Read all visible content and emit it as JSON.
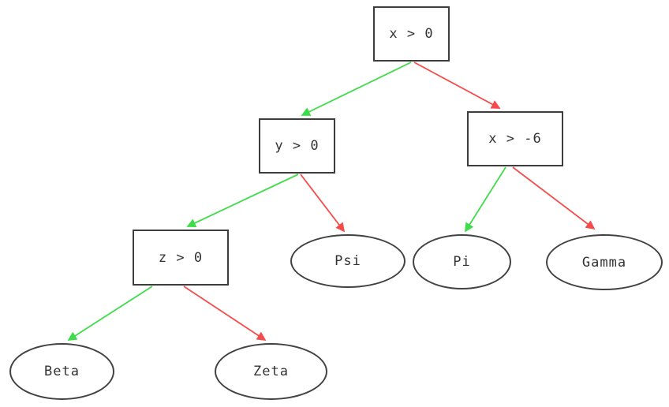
{
  "diagram": {
    "type": "decision-tree",
    "colors": {
      "true_edge": "#3fdc49",
      "false_edge": "#f54b4b",
      "node_border": "#3d3d3d",
      "node_fill": "#ffffff",
      "text": "#333333"
    },
    "nodes": {
      "root": {
        "label": "x > 0",
        "shape": "box"
      },
      "y": {
        "label": "y > 0",
        "shape": "box"
      },
      "x6": {
        "label": "x > -6",
        "shape": "box"
      },
      "z": {
        "label": "z > 0",
        "shape": "box"
      },
      "psi": {
        "label": "Psi",
        "shape": "ellipse"
      },
      "pi": {
        "label": "Pi",
        "shape": "ellipse"
      },
      "gamma": {
        "label": "Gamma",
        "shape": "ellipse"
      },
      "beta": {
        "label": "Beta",
        "shape": "ellipse"
      },
      "zeta": {
        "label": "Zeta",
        "shape": "ellipse"
      }
    },
    "edges": [
      {
        "from": "x > 0",
        "to": "y > 0",
        "color": "green"
      },
      {
        "from": "x > 0",
        "to": "x > -6",
        "color": "red"
      },
      {
        "from": "y > 0",
        "to": "z > 0",
        "color": "green"
      },
      {
        "from": "y > 0",
        "to": "Psi",
        "color": "red"
      },
      {
        "from": "x > -6",
        "to": "Pi",
        "color": "green"
      },
      {
        "from": "x > -6",
        "to": "Gamma",
        "color": "red"
      },
      {
        "from": "z > 0",
        "to": "Beta",
        "color": "green"
      },
      {
        "from": "z > 0",
        "to": "Zeta",
        "color": "red"
      }
    ]
  }
}
